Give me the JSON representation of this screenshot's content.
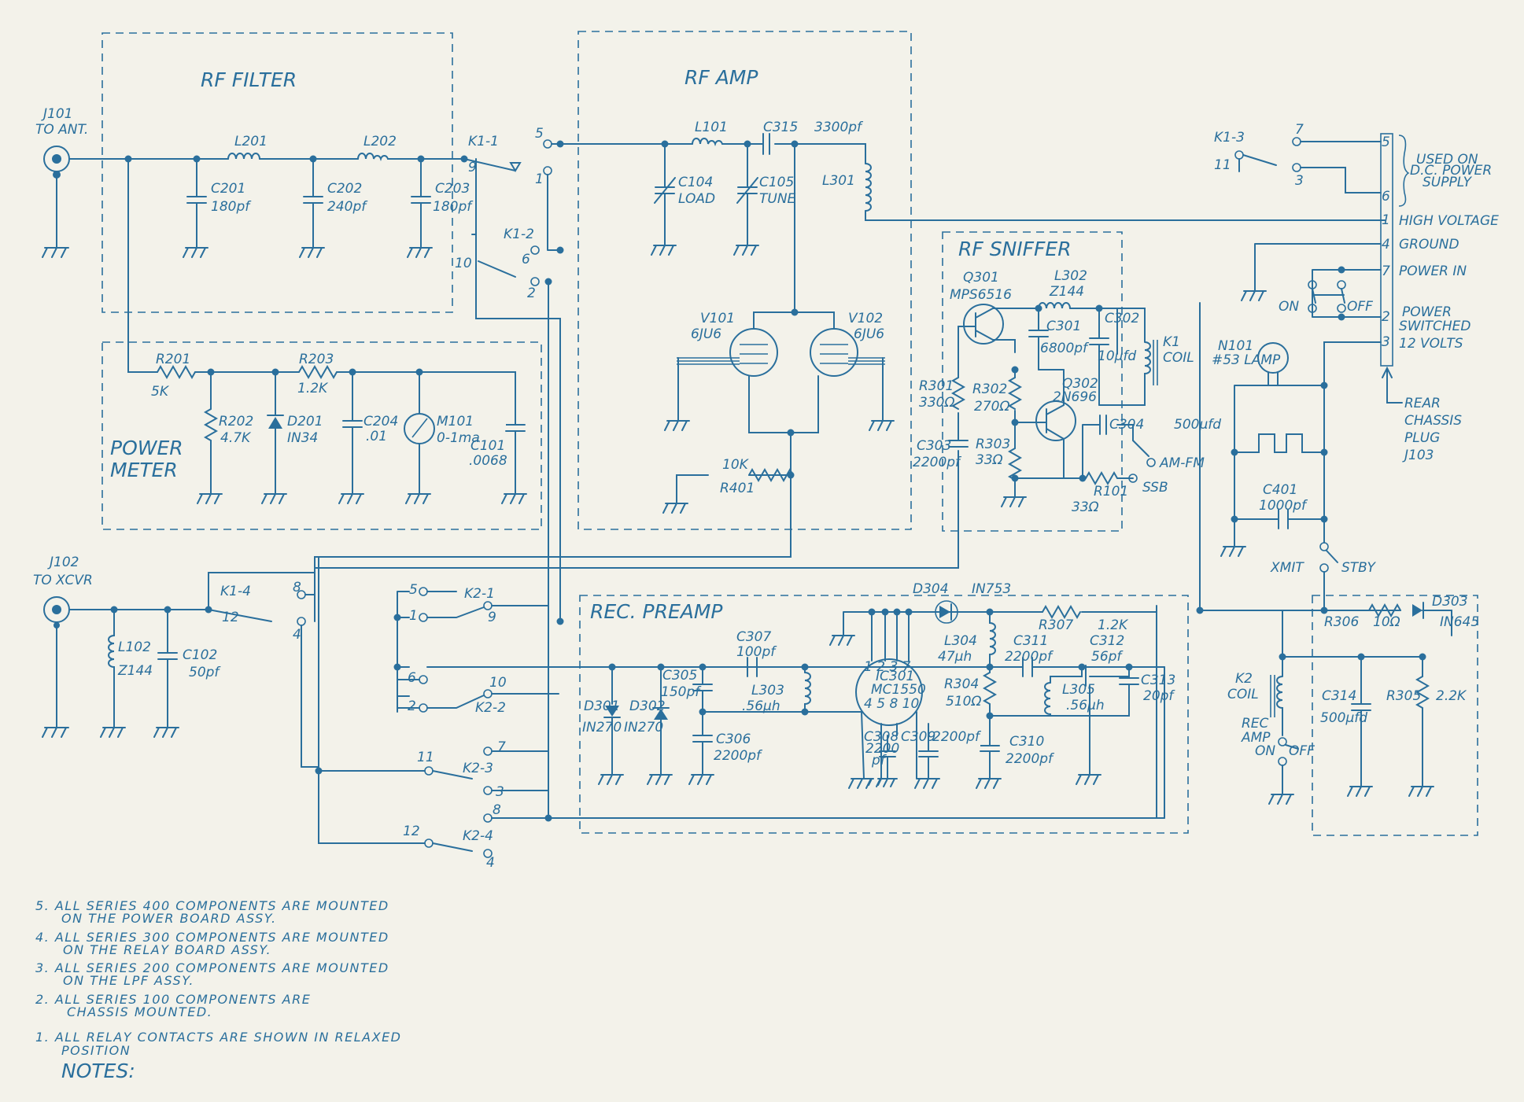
{
  "sections": {
    "rf_filter": "RF FILTER",
    "rf_amp": "RF AMP",
    "rf_sniffer": "RF SNIFFER",
    "power_meter_1": "POWER",
    "power_meter_2": "METER",
    "rec_preamp": "REC. PREAMP"
  },
  "connectors": {
    "j101_1": "J101",
    "j101_2": "TO ANT.",
    "j102_1": "J102",
    "j102_2": "TO XCVR"
  },
  "components": {
    "l201": "L201",
    "l202": "L202",
    "c201": "C201",
    "c201v": "180pf",
    "c202": "C202",
    "c202v": "240pf",
    "c203": "C203",
    "c203v": "180pf",
    "k1_1": "K1-1",
    "k1_2": "K1-2",
    "k1_3": "K1-3",
    "k1_4": "K1-4",
    "l101": "L101",
    "c315": "C315",
    "c315v": "3300pf",
    "c104": "C104",
    "c104v": "LOAD",
    "c105": "C105",
    "c105v": "TUNE",
    "l301": "L301",
    "v101": "V101",
    "v101t": "6JU6",
    "v102": "V102",
    "v102t": "6JU6",
    "r401v": "10K",
    "r401": "R401",
    "r201": "R201",
    "r201v": "5K",
    "r203": "R203",
    "r203v": "1.2K",
    "r202": "R202",
    "r202v": "4.7K",
    "d201": "D201",
    "d201t": "IN34",
    "c204": "C204",
    "c204v": ".01",
    "m101": "M101",
    "m101v": "0-1ma",
    "c101": "C101",
    "c101v": ".0068",
    "q301": "Q301",
    "q301t": "MPS6516",
    "l302": "L302",
    "l302v": "Z144",
    "c301": "C301",
    "c301v": "6800pf",
    "c302": "C302",
    "c302v": "10μfd",
    "k1coil_1": "K1",
    "k1coil_2": "COIL",
    "r301": "R301",
    "r301v": "330Ω",
    "r302": "R302",
    "r302v": "270Ω",
    "q302": "Q302",
    "q302t": "2N696",
    "r303": "R303",
    "r303v": "33Ω",
    "c303": "C303",
    "c303v": "2200pf",
    "c304": "C304",
    "c304v": "500μfd",
    "r101": "R101",
    "r101v": "33Ω",
    "am_fm": "AM-FM",
    "ssb": "SSB",
    "l102": "L102",
    "l102v": "Z144",
    "c102": "C102",
    "c102v": "50pf",
    "k2_1": "K2-1",
    "k2_2": "K2-2",
    "k2_3": "K2-3",
    "k2_4": "K2-4",
    "c307": "C307",
    "c307v": "100pf",
    "c305": "C305",
    "c305v": "150pf",
    "l303": "L303",
    "l303v": ".56μh",
    "c306": "C306",
    "c306v": "2200pf",
    "d301": "D301",
    "d301t": "IN270",
    "d302": "D302",
    "d302t": "IN270",
    "ic301": "IC301",
    "ic301t": "MC1550",
    "d304": "D304",
    "d304t": "IN753",
    "r307": "R307",
    "r307v": "1.2K",
    "l304": "L304",
    "l304v": "47μh",
    "c311": "C311",
    "c311v": "2200pf",
    "c312": "C312",
    "c312v": "56pf",
    "c313": "C313",
    "c313v": "20pf",
    "r304": "R304",
    "r304v": "510Ω",
    "l305": "L305",
    "l305v": ".56μh",
    "c308": "C308",
    "c308v": "2200",
    "c308u": "pf",
    "c309": "C309",
    "c309v": "2200pf",
    "c310": "C310",
    "c310v": "2200pf",
    "n101": "N101",
    "n101t": "#53 LAMP",
    "c401": "C401",
    "c401v": "1000pf",
    "xmit": "XMIT",
    "stby": "STBY",
    "on": "ON",
    "off": "OFF",
    "k2coil_1": "K2",
    "k2coil_2": "COIL",
    "rec_amp_1": "REC",
    "rec_amp_2": "AMP",
    "rec_on": "ON",
    "rec_off": "OFF",
    "d303": "D303",
    "d303t": "IN645",
    "r306": "R306",
    "r306v": "10Ω",
    "c314": "C314",
    "c314v": "500μfd",
    "r305": "R305",
    "r305v": "2.2K"
  },
  "plug": {
    "used_on_1": "USED ON",
    "used_on_2": "D.C. POWER",
    "used_on_3": "SUPPLY",
    "pin1": "HIGH VOLTAGE",
    "pin4": "GROUND",
    "pin7": "POWER IN",
    "pin2_1": "POWER",
    "pin2_2": "SWITCHED",
    "pin3": "12 VOLTS",
    "rear_1": "REAR",
    "rear_2": "CHASSIS",
    "rear_3": "PLUG",
    "rear_4": "J103"
  },
  "notes": {
    "n5a": "5. ALL SERIES 400 COMPONENTS ARE MOUNTED",
    "n5b": "ON THE POWER BOARD ASSY.",
    "n4a": "4. ALL SERIES 300 COMPONENTS ARE MOUNTED",
    "n4b": "ON THE RELAY BOARD ASSY.",
    "n3a": "3. ALL SERIES 200 COMPONENTS ARE MOUNTED",
    "n3b": "ON THE LPF ASSY.",
    "n2a": "2. ALL SERIES 100 COMPONENTS ARE",
    "n2b": "CHASSIS MOUNTED.",
    "n1a": "1. ALL RELAY CONTACTS ARE SHOWN IN RELAXED",
    "n1b": "POSITION",
    "title": "NOTES:"
  },
  "colors": {
    "ink": "#2a6f9c",
    "paper": "#f3f2ea"
  }
}
